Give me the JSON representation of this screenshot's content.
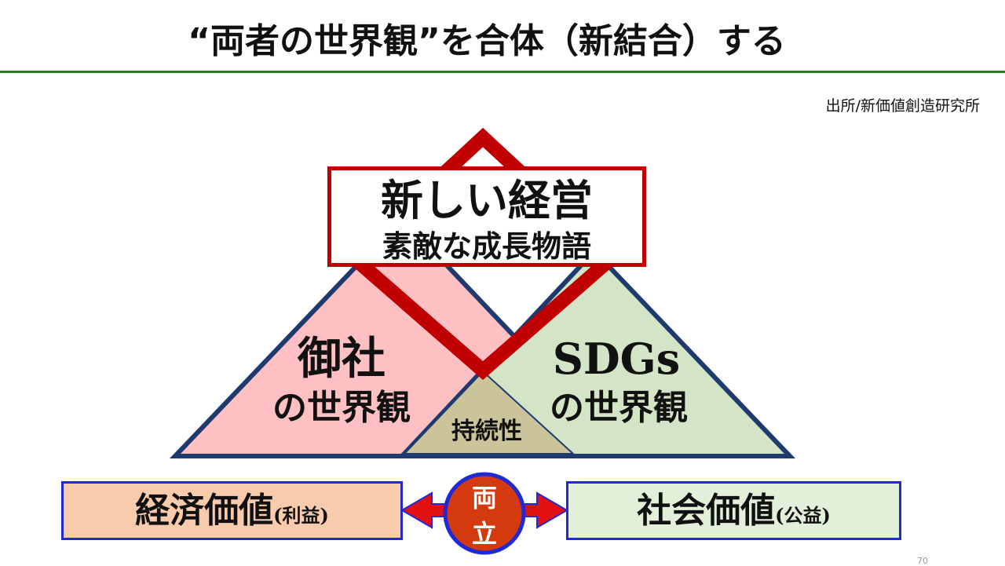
{
  "title": "“両者の世界観”を合体（新結合）する",
  "source": "出所/新価値創造研究所",
  "top": {
    "heading": "新しい経営",
    "sub": "素敵な成長物語"
  },
  "left": {
    "heading": "御社",
    "sub": "の世界観"
  },
  "right": {
    "heading": "SDGs",
    "sub": "の世界観"
  },
  "center": "持続性",
  "bottom": {
    "left_main": "経済価値",
    "left_paren": "(利益)",
    "circle_top": "両",
    "circle_bottom": "立",
    "right_main": "社会価値",
    "right_paren": "(公益)"
  },
  "page_number": "70",
  "colors": {
    "rule": "#2a7a1e",
    "red": "#c00000",
    "navy": "#1f3a6e",
    "pink": "#ffc0c4",
    "green": "#d3e5c6",
    "tan": "#cbc49a",
    "beige": "#f8cbad",
    "mint": "#e2efd9",
    "blue_border": "#1f2ad6",
    "circle": "#d43a0e"
  }
}
